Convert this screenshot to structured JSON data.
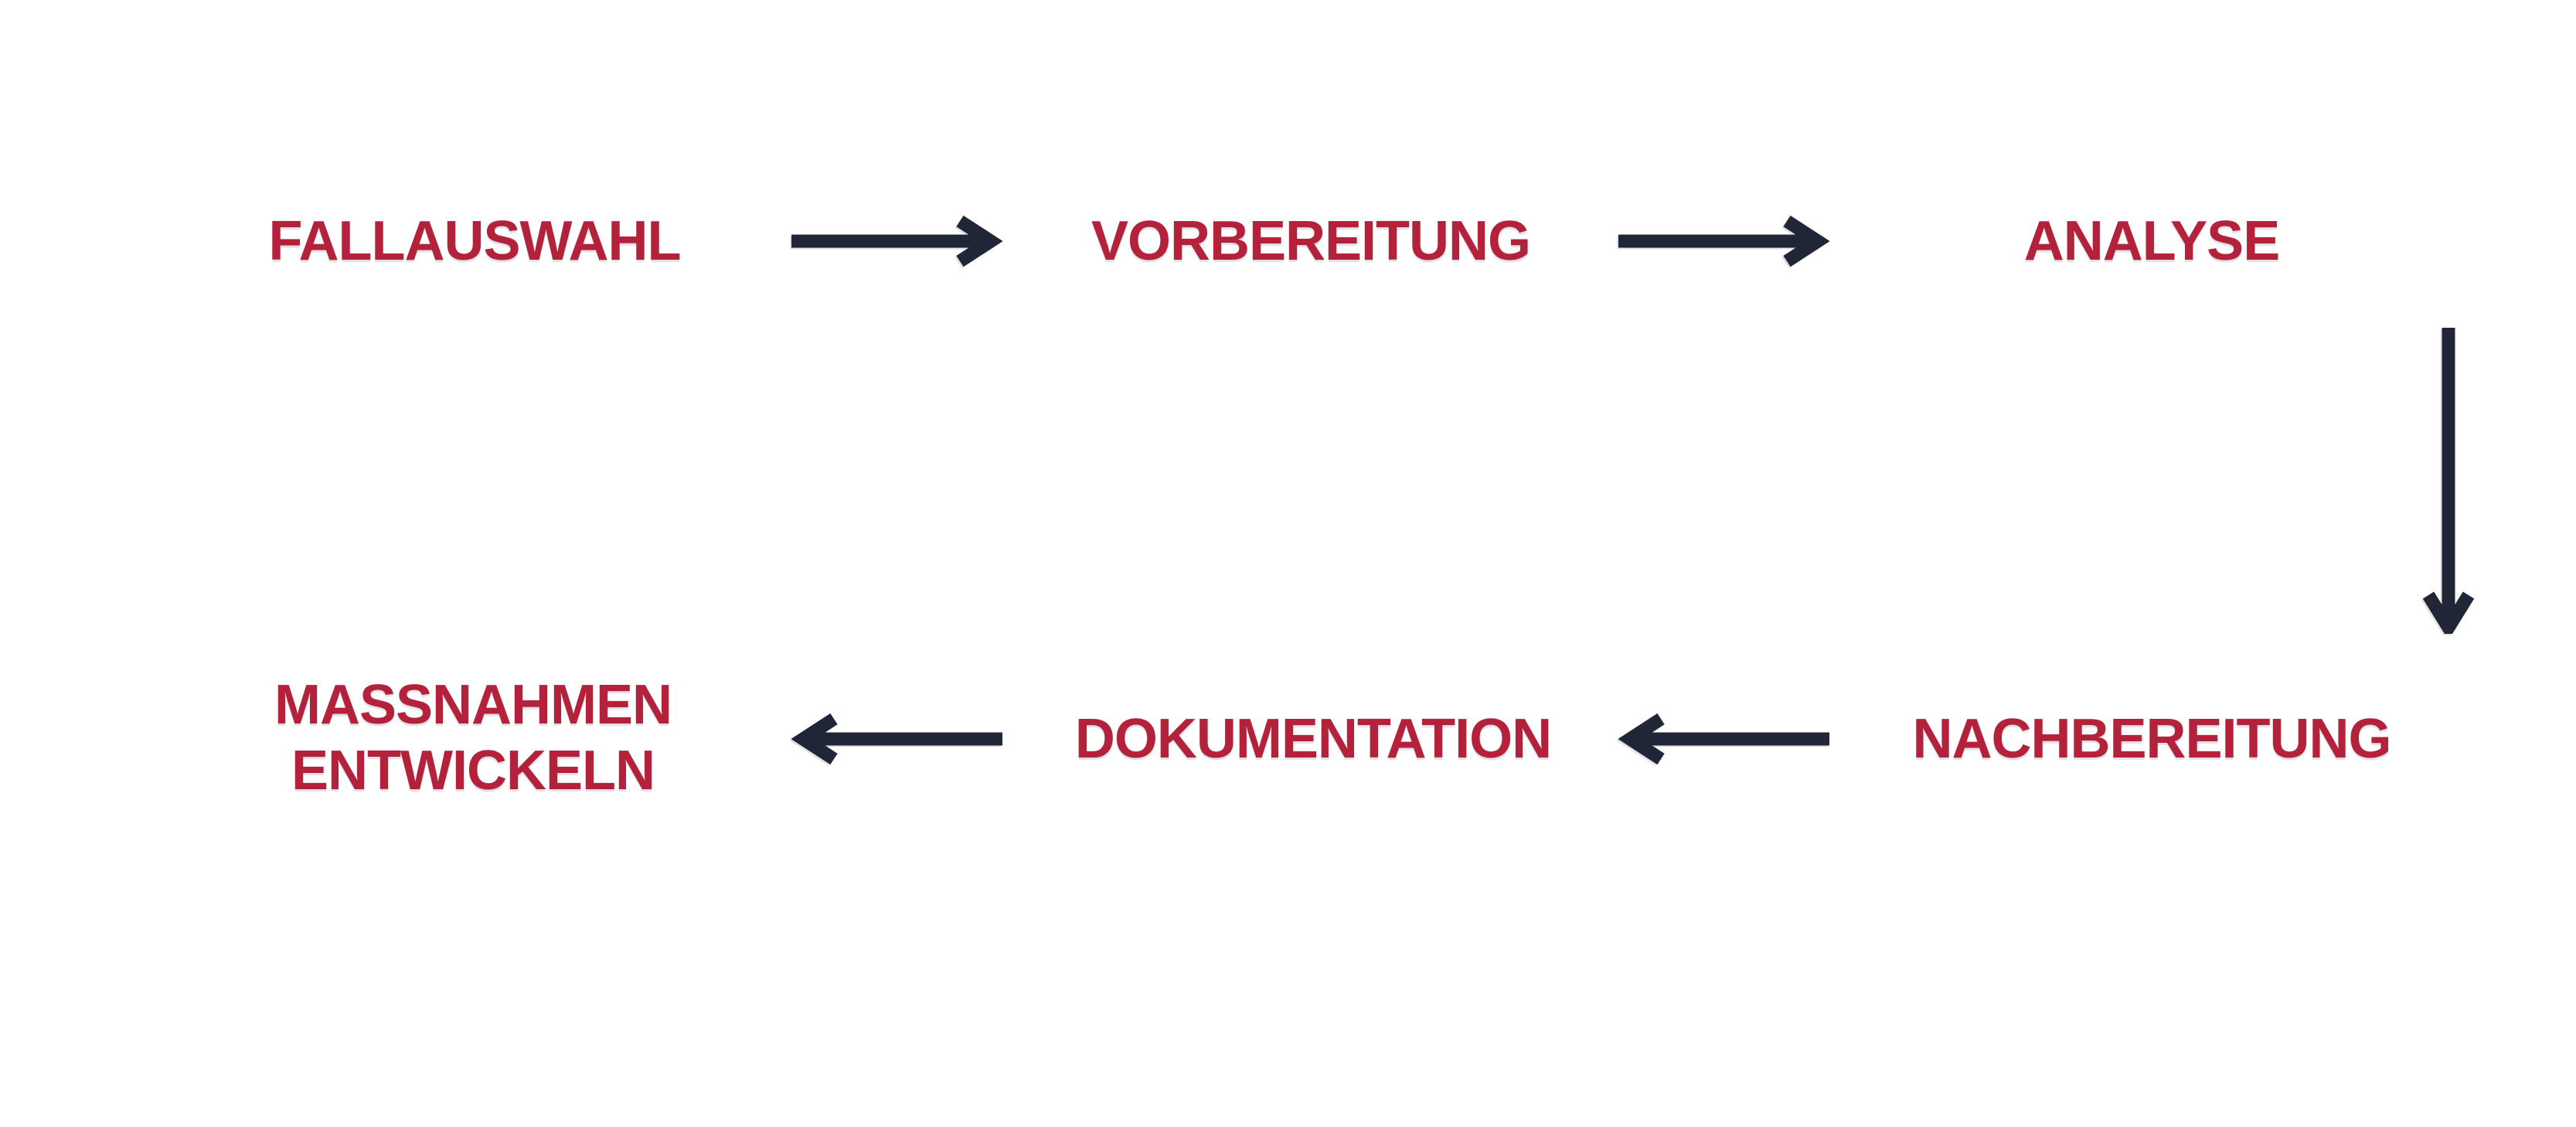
{
  "diagram": {
    "title": "",
    "background_color": "#FFFFFF",
    "label_color": "#B4213A",
    "arrow_color": "#212637",
    "nodes": [
      {
        "id": "fallauswahl",
        "label": "FALLAUSWAHL"
      },
      {
        "id": "vorbereitung",
        "label": "VORBEREITUNG"
      },
      {
        "id": "analyse",
        "label": "ANALYSE"
      },
      {
        "id": "nachbereitung",
        "label": "NACHBEREITUNG"
      },
      {
        "id": "dokumentation",
        "label": "DOKUMENTATION"
      },
      {
        "id": "massnahmen-entwickeln",
        "label": "MASSNAHMEN ENTWICKELN",
        "lines": [
          "MASSNAHMEN",
          "ENTWICKELN"
        ]
      }
    ],
    "connections": [
      {
        "from": "FALLAUSWAHL",
        "to": "VORBEREITUNG",
        "direction": "right"
      },
      {
        "from": "VORBEREITUNG",
        "to": "ANALYSE",
        "direction": "right"
      },
      {
        "from": "ANALYSE",
        "to": "NACHBEREITUNG",
        "direction": "down"
      },
      {
        "from": "NACHBEREITUNG",
        "to": "DOKUMENTATION",
        "direction": "left"
      },
      {
        "from": "DOKUMENTATION",
        "to": "MASSNAHMEN ENTWICKELN",
        "direction": "left"
      }
    ]
  }
}
